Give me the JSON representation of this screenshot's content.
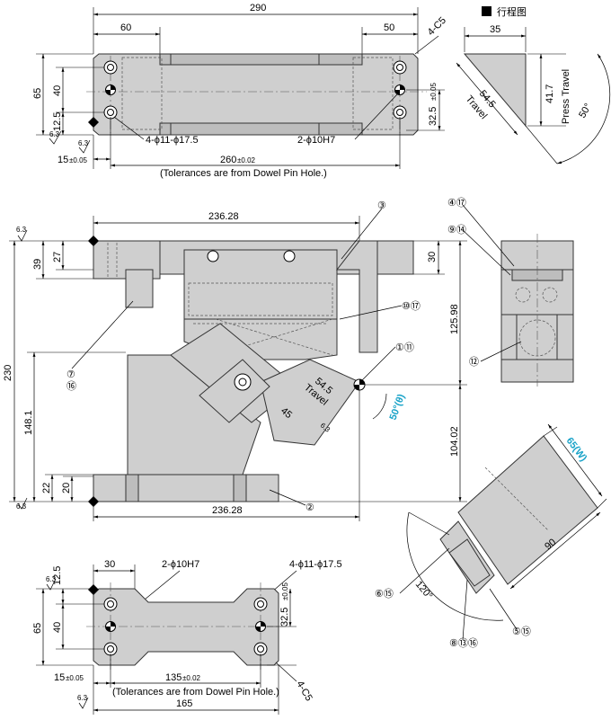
{
  "legend": {
    "label": "行程图"
  },
  "top_plan": {
    "overall_width": "290",
    "left_width": "60",
    "right_width": "50",
    "chamfer": "4-C5",
    "height": "65",
    "pitch": "40",
    "edge_v": "12.5",
    "edge_h": "15",
    "edge_h_tol": "±0.05",
    "pitch_v": "32.5",
    "pitch_v_tol": "±0.05",
    "hole_pitch": "260",
    "hole_pitch_tol": "±0.02",
    "tol_note": "(Tolerances are from Dowel Pin Hole.)",
    "callout_holes": "4-ϕ11-ϕ17.5",
    "callout_dowel": "2-ϕ10H7",
    "rough": "6.3"
  },
  "stroke_diagram": {
    "width": "35",
    "travel": "54.5",
    "travel_label": "Travel",
    "press_travel": "41.7",
    "press_label": "Press Travel",
    "angle": "50°"
  },
  "front_view": {
    "top_width": "236.28",
    "bottom_width": "236.28",
    "h39": "39",
    "h27": "27",
    "h230": "230",
    "h148": "148.1",
    "h22": "22",
    "h20": "20",
    "h30": "30",
    "h125": "125.98",
    "h104": "104.02",
    "travel": "54.5",
    "travel_label": "Travel",
    "angle45": "45",
    "cam_angle": "50°(θ)",
    "rough": "6.3"
  },
  "balloons": {
    "b3": "③",
    "b1011": "⑩⑰",
    "b111": "①⑪",
    "b716": "⑦\n⑯",
    "b2": "②",
    "b417": "④⑰",
    "b914": "⑨⑭",
    "b12": "⑫",
    "b615": "⑥⑮",
    "b81316": "⑧⑬⑯",
    "b515": "⑤⑮"
  },
  "side_view": {},
  "iso_view": {
    "width_label": "65(W)",
    "length": "90",
    "angle": "120°"
  },
  "bottom_plan": {
    "left_width": "30",
    "callout_dowel": "2-ϕ10H7",
    "callout_holes": "4-ϕ11-ϕ17.5",
    "edge_v": "12.5",
    "height": "65",
    "pitch": "40",
    "pitch_v": "32.5",
    "pitch_v_tol": "±0.05",
    "edge_h": "15",
    "edge_h_tol": "±0.05",
    "hole_pitch": "135",
    "hole_pitch_tol": "±0.02",
    "tol_note": "(Tolerances are from Dowel Pin Hole.)",
    "overall_width": "165",
    "chamfer": "4-C5",
    "rough": "6.3"
  }
}
